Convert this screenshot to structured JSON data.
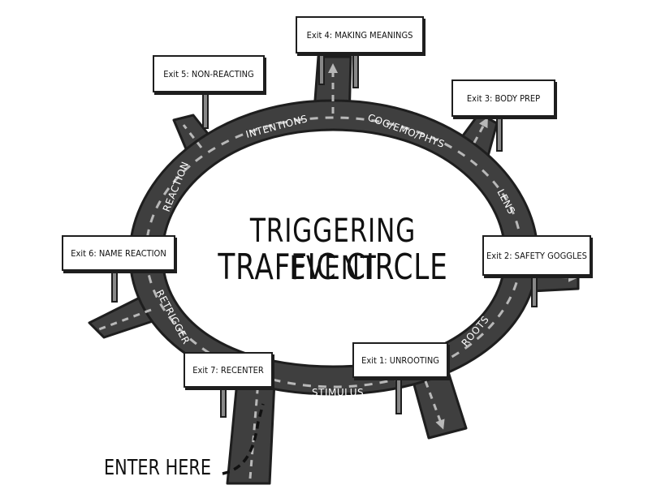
{
  "title_line_1": "TRIGGERING EVENT",
  "title_line_2": "TRAFFIC CIRCLE",
  "enter_label": "ENTER HERE",
  "road_labels": {
    "intentions": "INTENTIONS",
    "cog_emo_phys": "COG/EMO/PHYS",
    "lens": "LENS",
    "roots": "ROOTS",
    "stimulus": "STIMULUS",
    "retrigger": "RETRIGGER",
    "reaction": "REACTION"
  },
  "exits": {
    "exit1": "Exit 1: UNROOTING",
    "exit2": "Exit 2: SAFETY GOGGLES",
    "exit3": "Exit 3: BODY PREP",
    "exit4": "Exit 4: MAKING MEANINGS",
    "exit5": "Exit 5: NON-REACTING",
    "exit6": "Exit 6: NAME REACTION",
    "exit7": "Exit 7: RECENTER"
  },
  "colors": {
    "road": "#3f3f3f",
    "outline": "#1e1e1e",
    "dash": "#b8b8b8",
    "background": "#ffffff"
  }
}
